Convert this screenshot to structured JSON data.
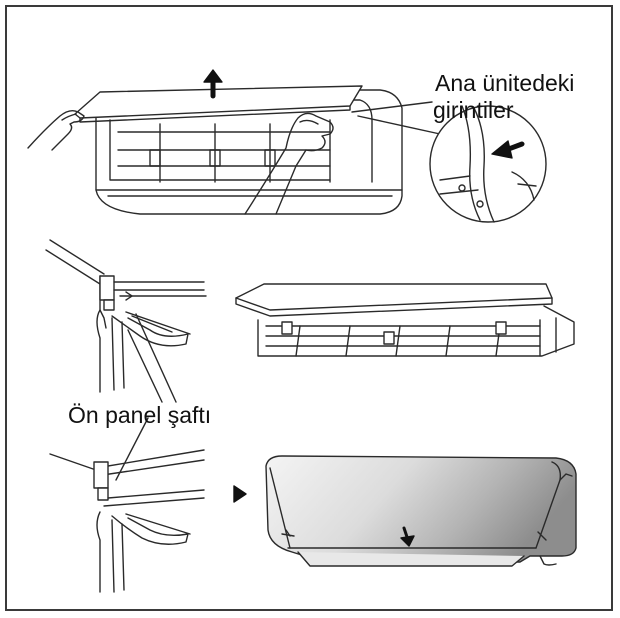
{
  "labels": {
    "indentations_line1": "Ana ünitedeki",
    "indentations_line2": "girintiler",
    "shaft": "Ön panel şaftı"
  },
  "colors": {
    "line": "#2a2a2a",
    "border": "#3a3a3a",
    "panel_gradient_start": "#f4f4f4",
    "panel_gradient_mid": "#c9c9c9",
    "panel_gradient_end": "#8d8d8d"
  },
  "icons": [
    "arrow-up-icon",
    "arrow-left-icon",
    "play-triangle-icon",
    "down-arrow-icon"
  ]
}
